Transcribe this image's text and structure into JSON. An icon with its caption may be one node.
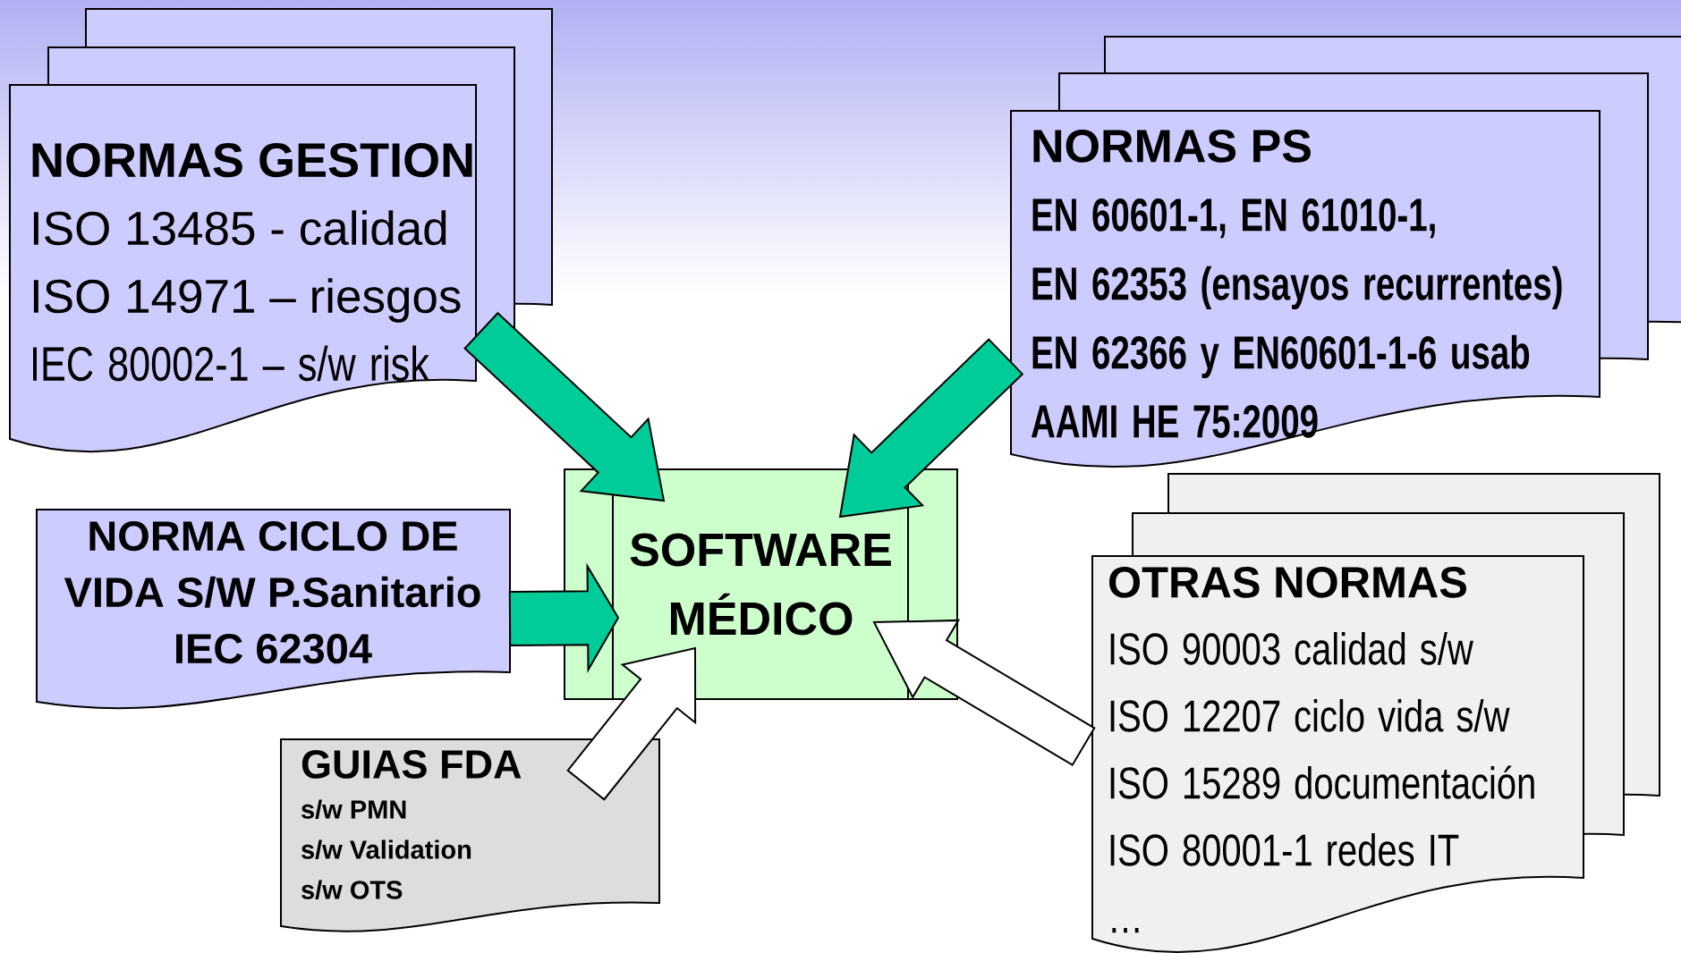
{
  "diagram": {
    "nodes": [
      {
        "text": [
          "NORMAS GESTION",
          "ISO 13485 - calidad",
          "ISO 14971 – riesgos",
          "IEC 80002-1 – s/w risk"
        ]
      },
      {
        "text": [
          "NORMAS PS",
          "EN 60601-1, EN 61010-1,",
          "EN 62353 (ensayos recurrentes)",
          "EN 62366 y EN60601-1-6 usab",
          "AAMI HE 75:2009"
        ]
      },
      {
        "text": [
          "NORMA CICLO DE VIDA S/W P.Sanitario",
          "IEC 62304"
        ]
      },
      {
        "text": [
          "SOFTWARE MÉDICO"
        ]
      },
      {
        "text": [
          "GUIAS FDA",
          "s/w PMN",
          "s/w Validation",
          "s/w OTS"
        ]
      },
      {
        "text": [
          "OTRAS NORMAS",
          "ISO 90003 calidad s/w",
          "ISO 12207 ciclo vida s/w",
          "ISO 15289 documentación",
          "ISO 80001-1 redes IT",
          "…"
        ]
      }
    ],
    "edges": [
      {
        "from": 0,
        "to": 3,
        "arrow": "to"
      },
      {
        "from": 1,
        "to": 3,
        "arrow": "to"
      },
      {
        "from": 2,
        "to": 3,
        "arrow": "to"
      },
      {
        "from": 4,
        "to": 3,
        "arrow": "to",
        "color": "#ffffff"
      },
      {
        "from": 5,
        "to": 3,
        "arrow": "to",
        "color": "#ffffff"
      }
    ]
  }
}
